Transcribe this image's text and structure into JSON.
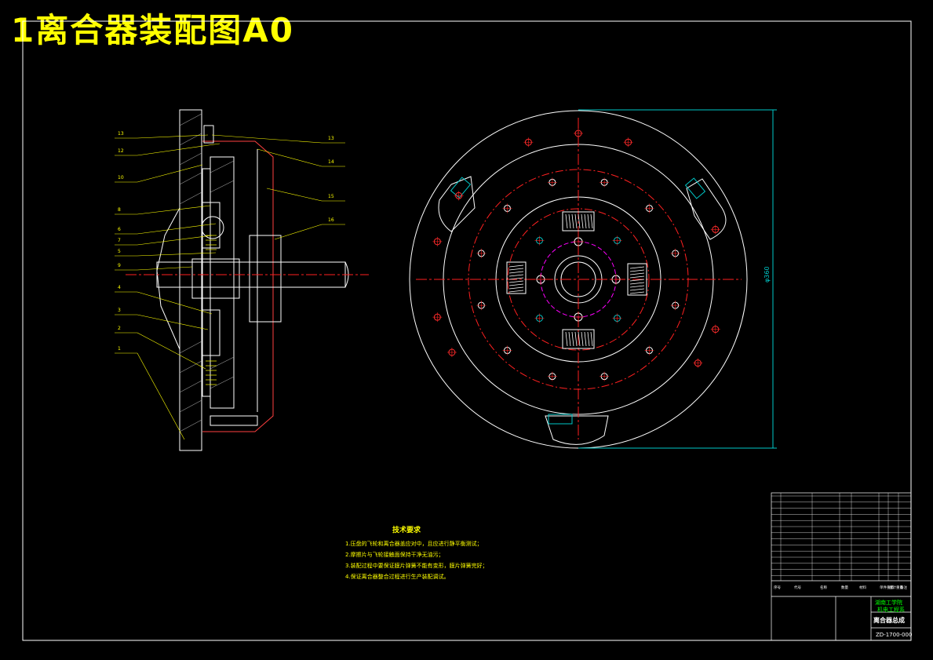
{
  "title": "1离合器装配图A0",
  "tech_requirements": {
    "heading": "技术要求",
    "items": [
      "1.压盘的飞轮和离合器盖应对中，且应进行静平衡测试；",
      "2.摩擦片与飞轮接触面保持干净无油污；",
      "3.装配过程中要保证膜片弹簧不能有变形，膜片弹簧完好；",
      "4.保证离合器整合过程进行生产装配调试。"
    ]
  },
  "balloons_left": [
    "13",
    "12",
    "10",
    "8",
    "6",
    "7",
    "5",
    "9",
    "4",
    "3",
    "2",
    "1"
  ],
  "balloons_right": [
    "13",
    "14",
    "15",
    "16"
  ],
  "dimension_label": "φ360",
  "title_block": {
    "drawing_name": "离合器总成",
    "drawing_number": "ZD-1700-000",
    "school_line1": "湖南工学院",
    "school_line2": "机电工程系",
    "header_cols": [
      "序号",
      "代号",
      "名称",
      "数量",
      "材料",
      "单件重量",
      "总计重量",
      "备注"
    ]
  },
  "colors": {
    "background": "#000000",
    "outline": "#ffffff",
    "leader": "#ffff00",
    "centerline": "#ff2020",
    "hatch": "#c8c8c8",
    "dimension": "#00c8c8",
    "magenta": "#ff00ff",
    "green_text": "#00ff00"
  }
}
